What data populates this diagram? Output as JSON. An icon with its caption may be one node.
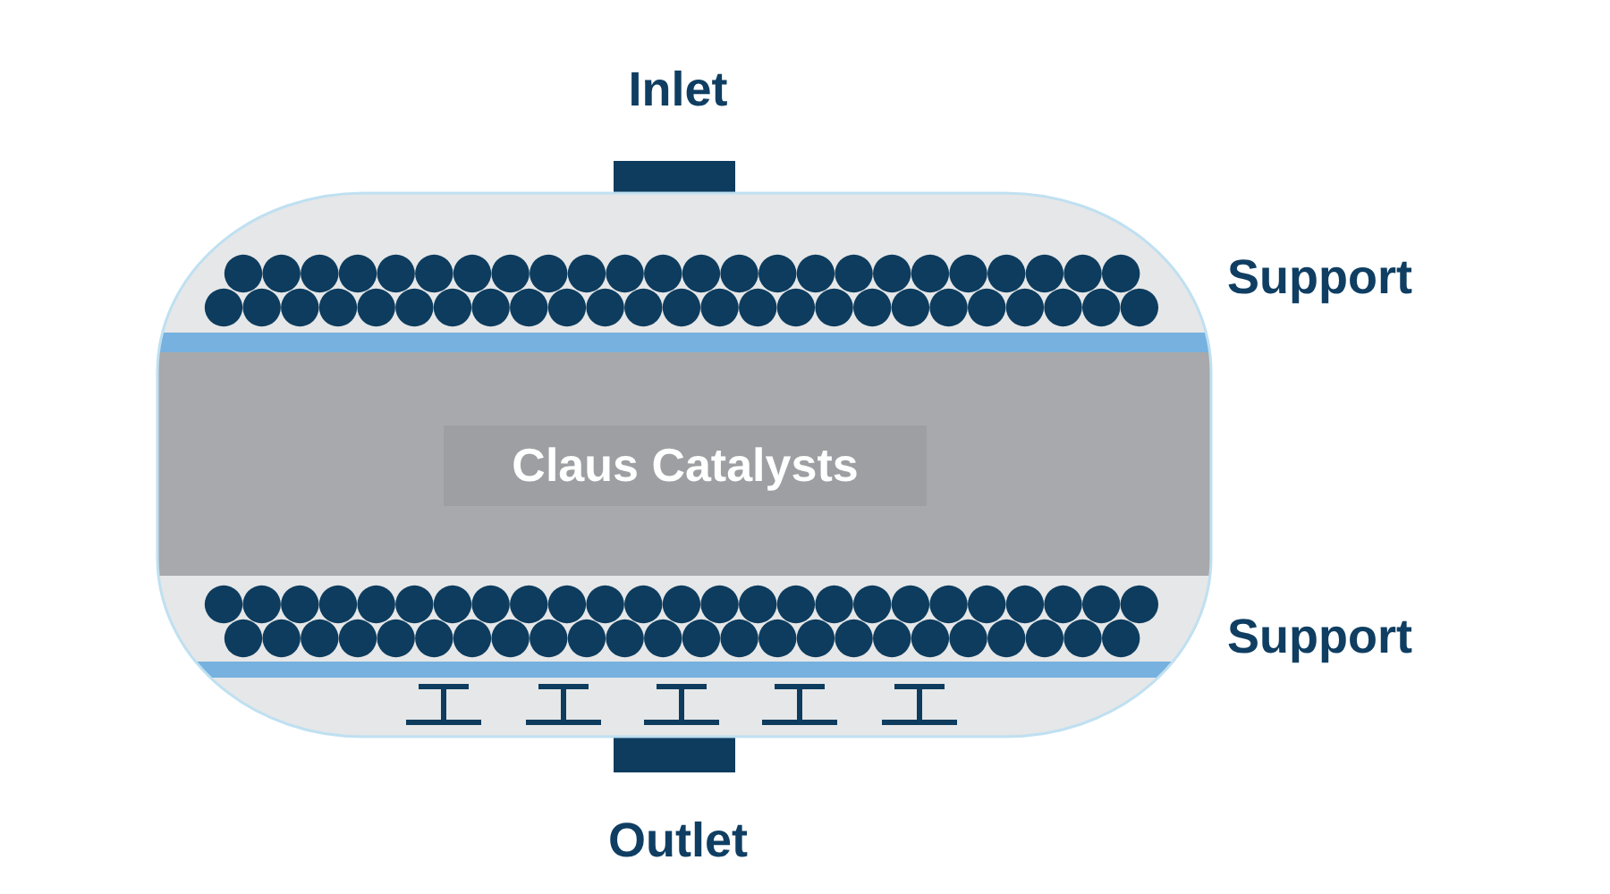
{
  "diagram": {
    "nodes": [
      {
        "text": [
          "Claus Catalysts"
        ]
      }
    ],
    "labels": [
      "Inlet",
      "Support",
      "Support",
      "Outlet"
    ]
  }
}
